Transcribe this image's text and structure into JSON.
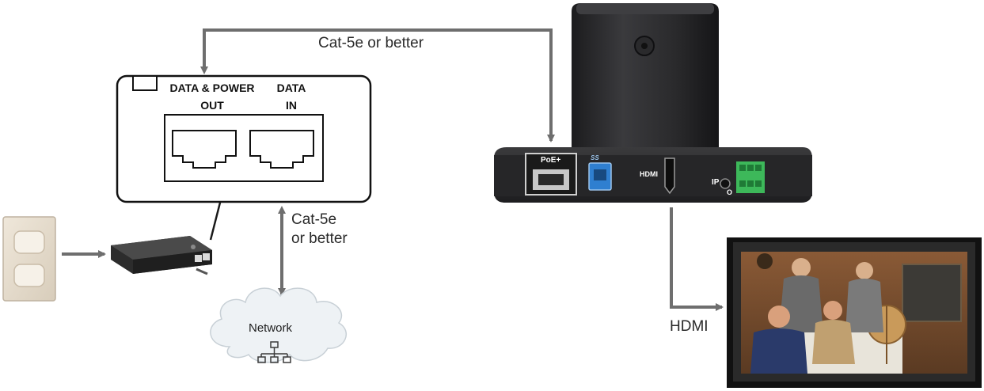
{
  "connections": {
    "top_cable": "Cat-5e or better",
    "network_cable_line1": "Cat-5e",
    "network_cable_line2": "or better",
    "hdmi_cable": "HDMI"
  },
  "injector": {
    "out_label_line1": "DATA & POWER",
    "out_label_line2": "OUT",
    "in_label_line1": "DATA",
    "in_label_line2": "IN"
  },
  "network": {
    "label": "Network",
    "icon": "network-topology-icon"
  },
  "camera": {
    "poe_label": "PoE+",
    "usb_label": "SS",
    "hdmi_label": "HDMI",
    "ip_label": "IP",
    "ir_label": "O"
  },
  "colors": {
    "arrow": "#6e6e6e",
    "camera_body": "#2b2b2d",
    "terminal_green": "#3db85a",
    "usb_blue": "#2f7fd0"
  }
}
